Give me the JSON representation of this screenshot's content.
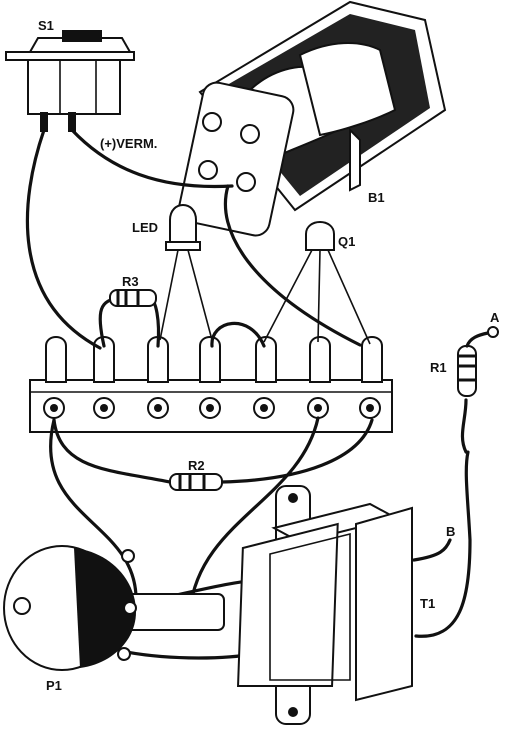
{
  "labels": {
    "s1": "S1",
    "b1": "B1",
    "led": "LED",
    "q1": "Q1",
    "r3": "R3",
    "r1": "R1",
    "a": "A",
    "r2": "R2",
    "b": "B",
    "t1": "T1",
    "p1": "P1",
    "verm": "(+)VERM."
  }
}
